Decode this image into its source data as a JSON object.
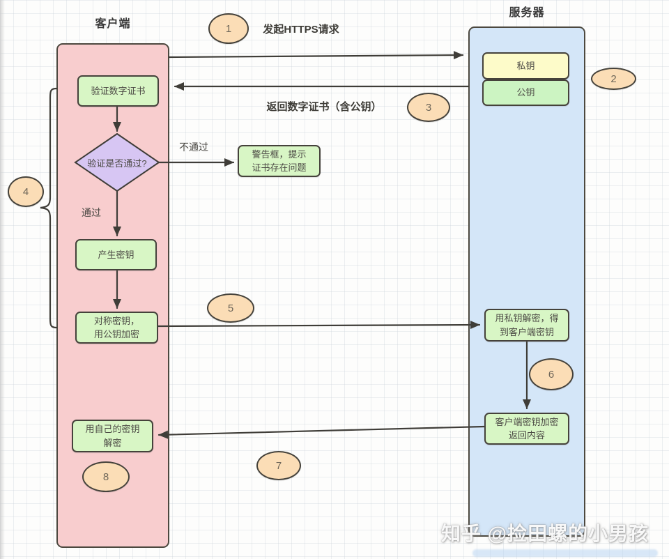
{
  "titles": {
    "client": "客户端",
    "server": "服务器"
  },
  "nodes": {
    "verify_cert": "验证数字证书",
    "decision": "验证是否通过?",
    "warning": "警告框，提示\n证书存在问题",
    "gen_key": "产生密钥",
    "sym_key": "对称密钥，\n用公钥加密",
    "private_key": "私钥",
    "public_key": "公钥",
    "server_decrypt": "用私钥解密，得\n到客户端密钥",
    "server_encrypt": "客户端密钥加密\n返回内容",
    "client_decrypt": "用自己的密钥\n解密"
  },
  "edge_labels": {
    "https_request": "发起HTTPS请求",
    "return_cert": "返回数字证书（含公钥）",
    "fail": "不通过",
    "pass": "通过"
  },
  "steps": [
    "1",
    "2",
    "3",
    "4",
    "5",
    "6",
    "7",
    "8"
  ],
  "watermark": "知乎 @捡田螺的小男孩",
  "colors": {
    "client_fill": "#f8cdce",
    "server_fill": "#d4e6f8",
    "process_fill": "#d8f6c5",
    "private_key_fill": "#fdfbc9",
    "public_key_fill": "#ccf4c2",
    "decision_fill": "#d7c6f3",
    "step_fill": "#fbddb6",
    "line": "#3f3d38"
  }
}
